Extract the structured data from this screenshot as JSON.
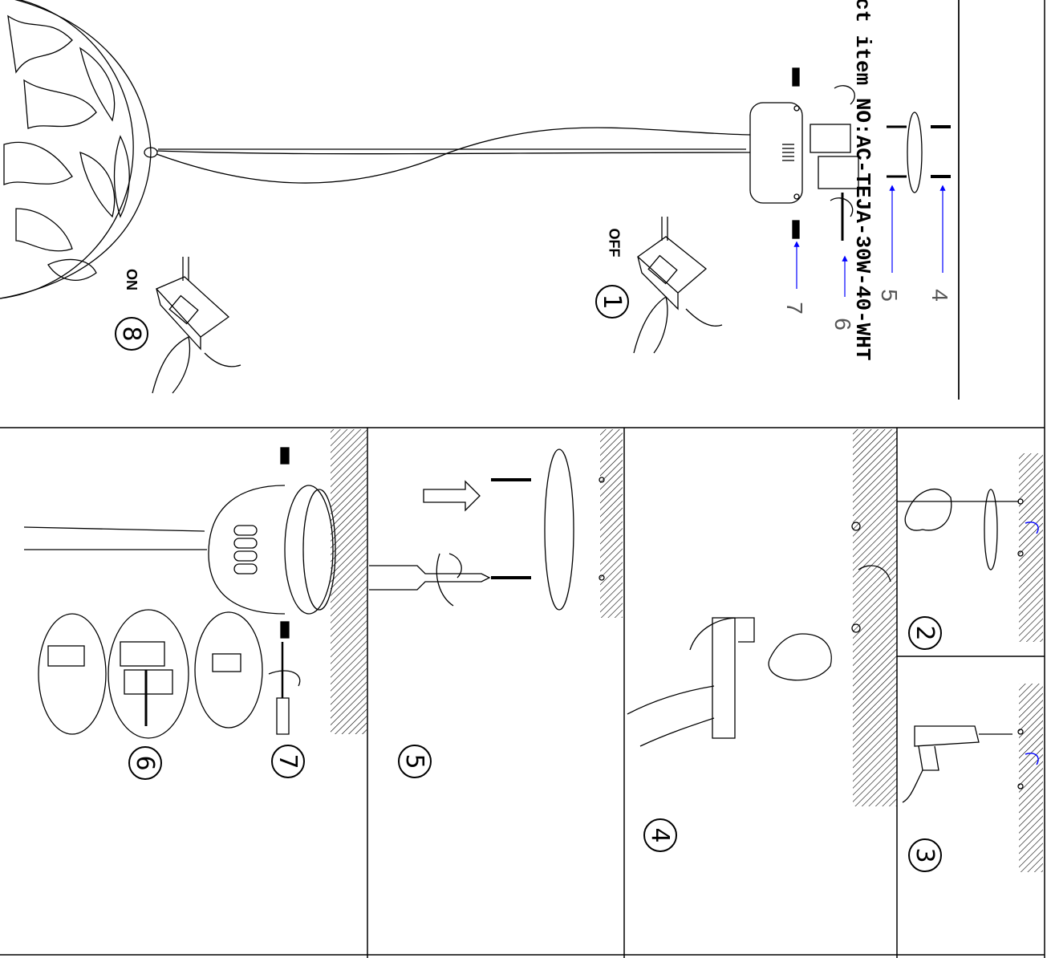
{
  "title": "ct item NO:AC-TEJA-30W-40-WHT",
  "steps": {
    "s1": "1",
    "s2": "2",
    "s3": "3",
    "s4": "4",
    "s5": "5",
    "s6": "6",
    "s7": "7",
    "s8": "8"
  },
  "labels": {
    "off": "OFF",
    "on": "ON"
  },
  "callouts": {
    "c4": "4",
    "c5": "5",
    "c6": "6",
    "c7": "7"
  },
  "colors": {
    "line": "#000000",
    "arrow": "#0000ff",
    "hatch": "#000000"
  }
}
